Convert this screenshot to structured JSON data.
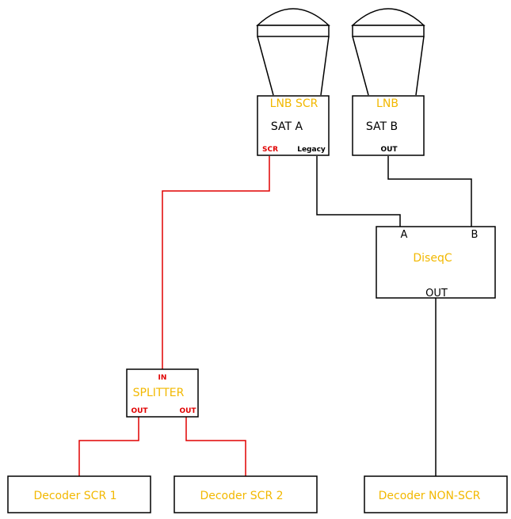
{
  "colors": {
    "accent_text": "#f2b800",
    "signal_scr": "#e00000",
    "signal_legacy": "#000000",
    "outline": "#000000"
  },
  "dishes": [
    {
      "icon": "satellite-dish-icon"
    },
    {
      "icon": "satellite-dish-icon"
    }
  ],
  "lnb_a": {
    "title": "LNB SCR",
    "label": "SAT A",
    "port_scr": "SCR",
    "port_legacy": "Legacy"
  },
  "lnb_b": {
    "title": "LNB",
    "label": "SAT B",
    "port_out": "OUT"
  },
  "diseqc": {
    "title": "DiseqC",
    "port_a": "A",
    "port_b": "B",
    "port_out": "OUT"
  },
  "splitter": {
    "title": "SPLITTER",
    "port_in": "IN",
    "port_out_1": "OUT",
    "port_out_2": "OUT"
  },
  "decoders": [
    {
      "label": "Decoder SCR 1"
    },
    {
      "label": "Decoder SCR 2"
    },
    {
      "label": "Decoder NON-SCR"
    }
  ]
}
